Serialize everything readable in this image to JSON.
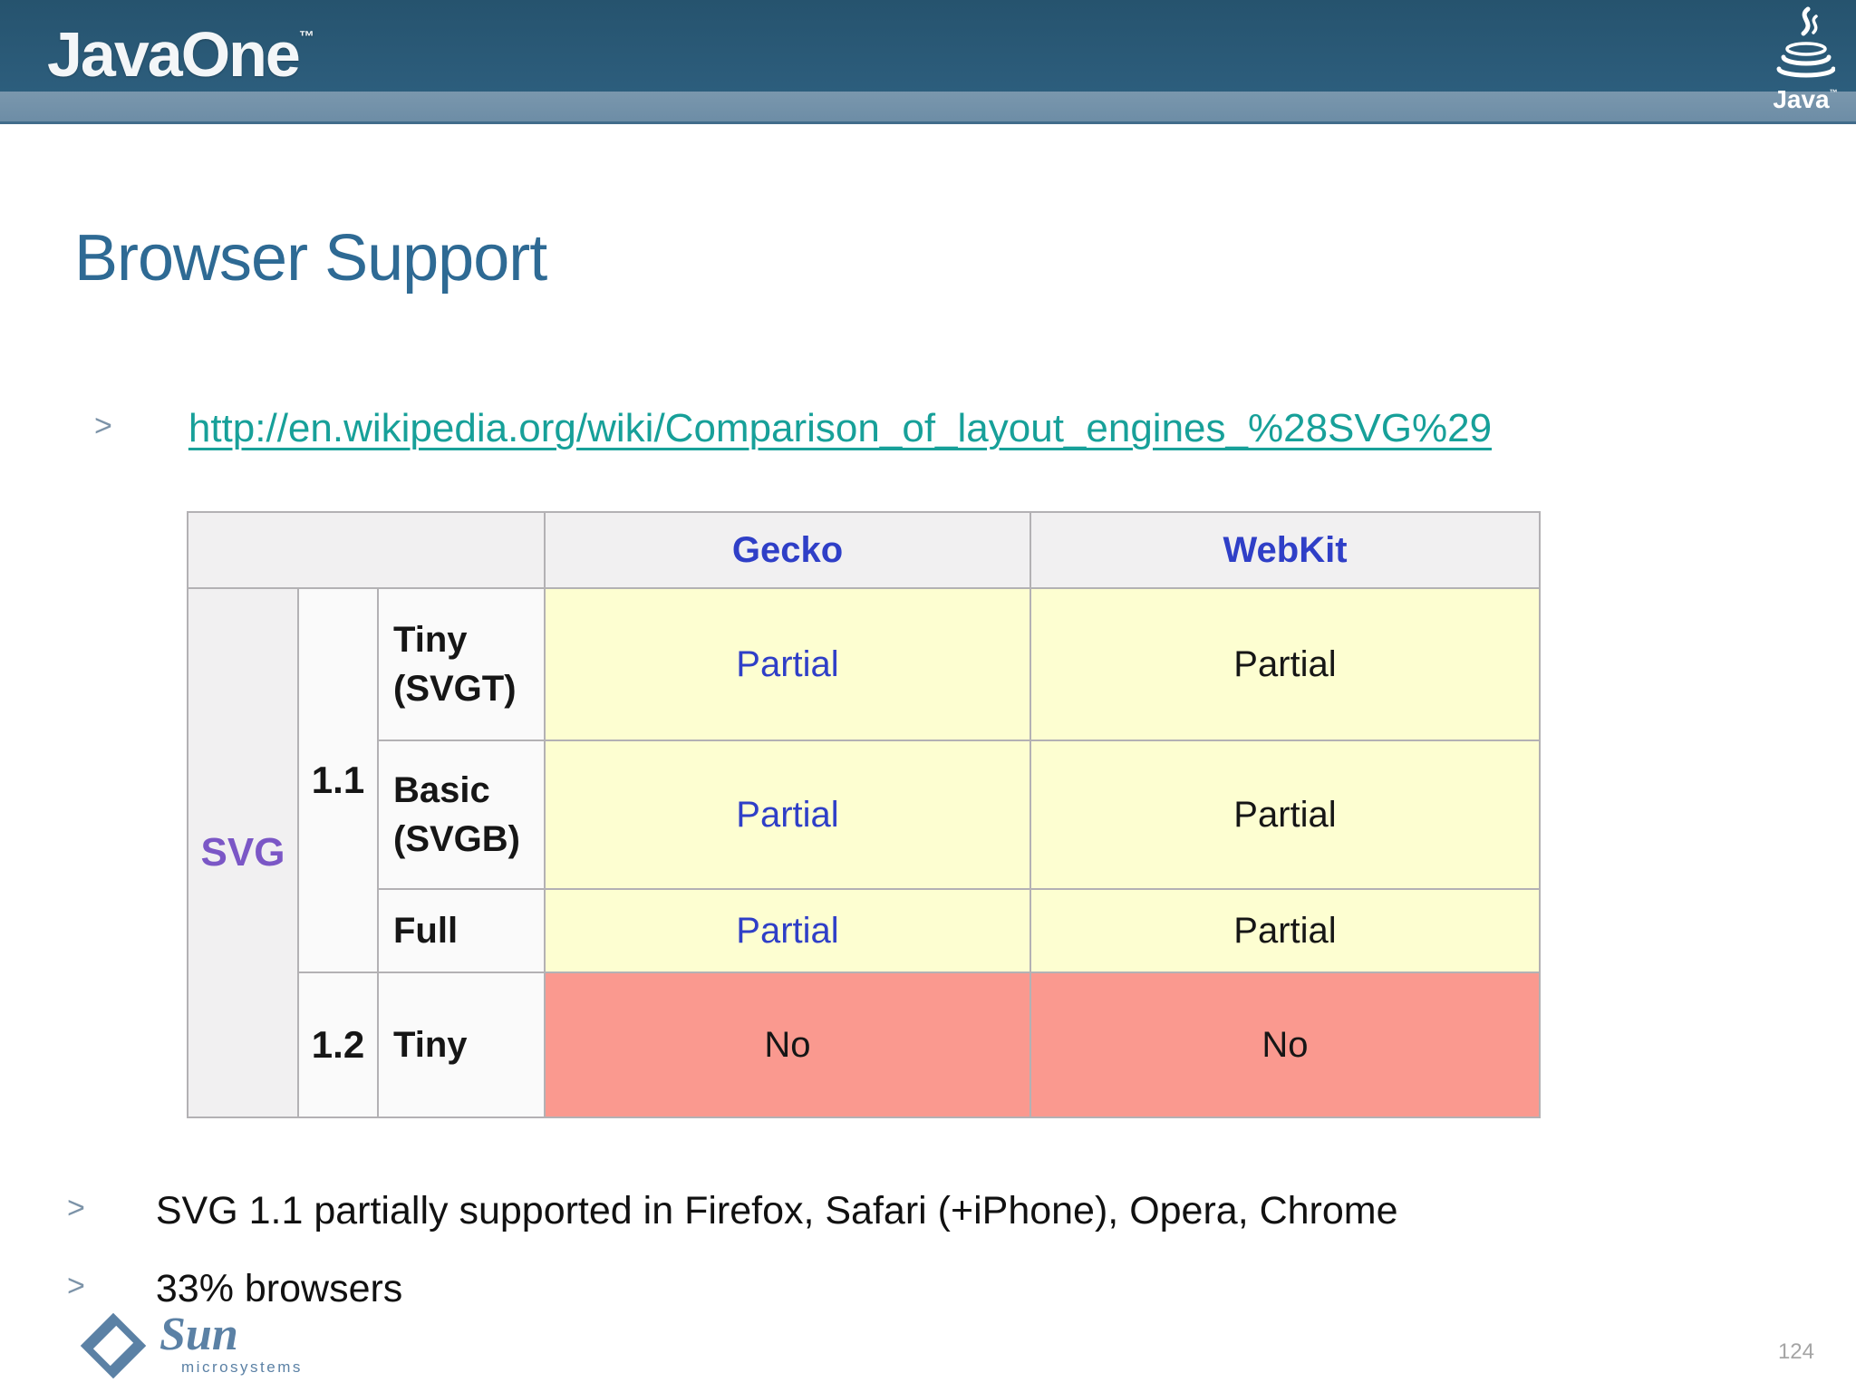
{
  "header": {
    "brand": "JavaOne",
    "tm": "™",
    "java_logo_label": "Java"
  },
  "slide": {
    "title": "Browser Support",
    "page_number": "124"
  },
  "link_bullet": {
    "marker": ">",
    "url": "http://en.wikipedia.org/wiki/Comparison_of_layout_engines_%28SVG%29"
  },
  "support_table": {
    "engine_headers": [
      "Gecko",
      "WebKit"
    ],
    "group_label": "SVG",
    "rows": [
      {
        "version": "1.1",
        "profile": "Tiny (SVGT)",
        "gecko": "Partial",
        "webkit": "Partial"
      },
      {
        "profile": "Basic (SVGB)",
        "gecko": "Partial",
        "webkit": "Partial"
      },
      {
        "profile": "Full",
        "gecko": "Partial",
        "webkit": "Partial"
      },
      {
        "version": "1.2",
        "profile": "Tiny",
        "gecko": "No",
        "webkit": "No"
      }
    ],
    "colors": {
      "partial_bg": "#fdfed1",
      "no_bg": "#fa998f",
      "header_bg": "#f1f0f1",
      "engine_link_blue": "#2f3fc7",
      "svg_purple": "#7b57c6",
      "border_gray": "#b3b1b4"
    }
  },
  "bullets": [
    {
      "marker": ">",
      "text": "SVG 1.1 partially supported in Firefox, Safari (+iPhone), Opera, Chrome"
    },
    {
      "marker": ">",
      "text": "33% browsers"
    }
  ],
  "footer": {
    "sun_word": "Sun",
    "sun_sub": "microsystems"
  },
  "theme": {
    "header_blue": "#2b5b79",
    "band_blue": "#7192aa",
    "title_blue": "#2e6a94",
    "link_teal": "#17a099",
    "bullet_marker_gray": "#7c93a8",
    "sun_blue": "#5b81a5"
  }
}
